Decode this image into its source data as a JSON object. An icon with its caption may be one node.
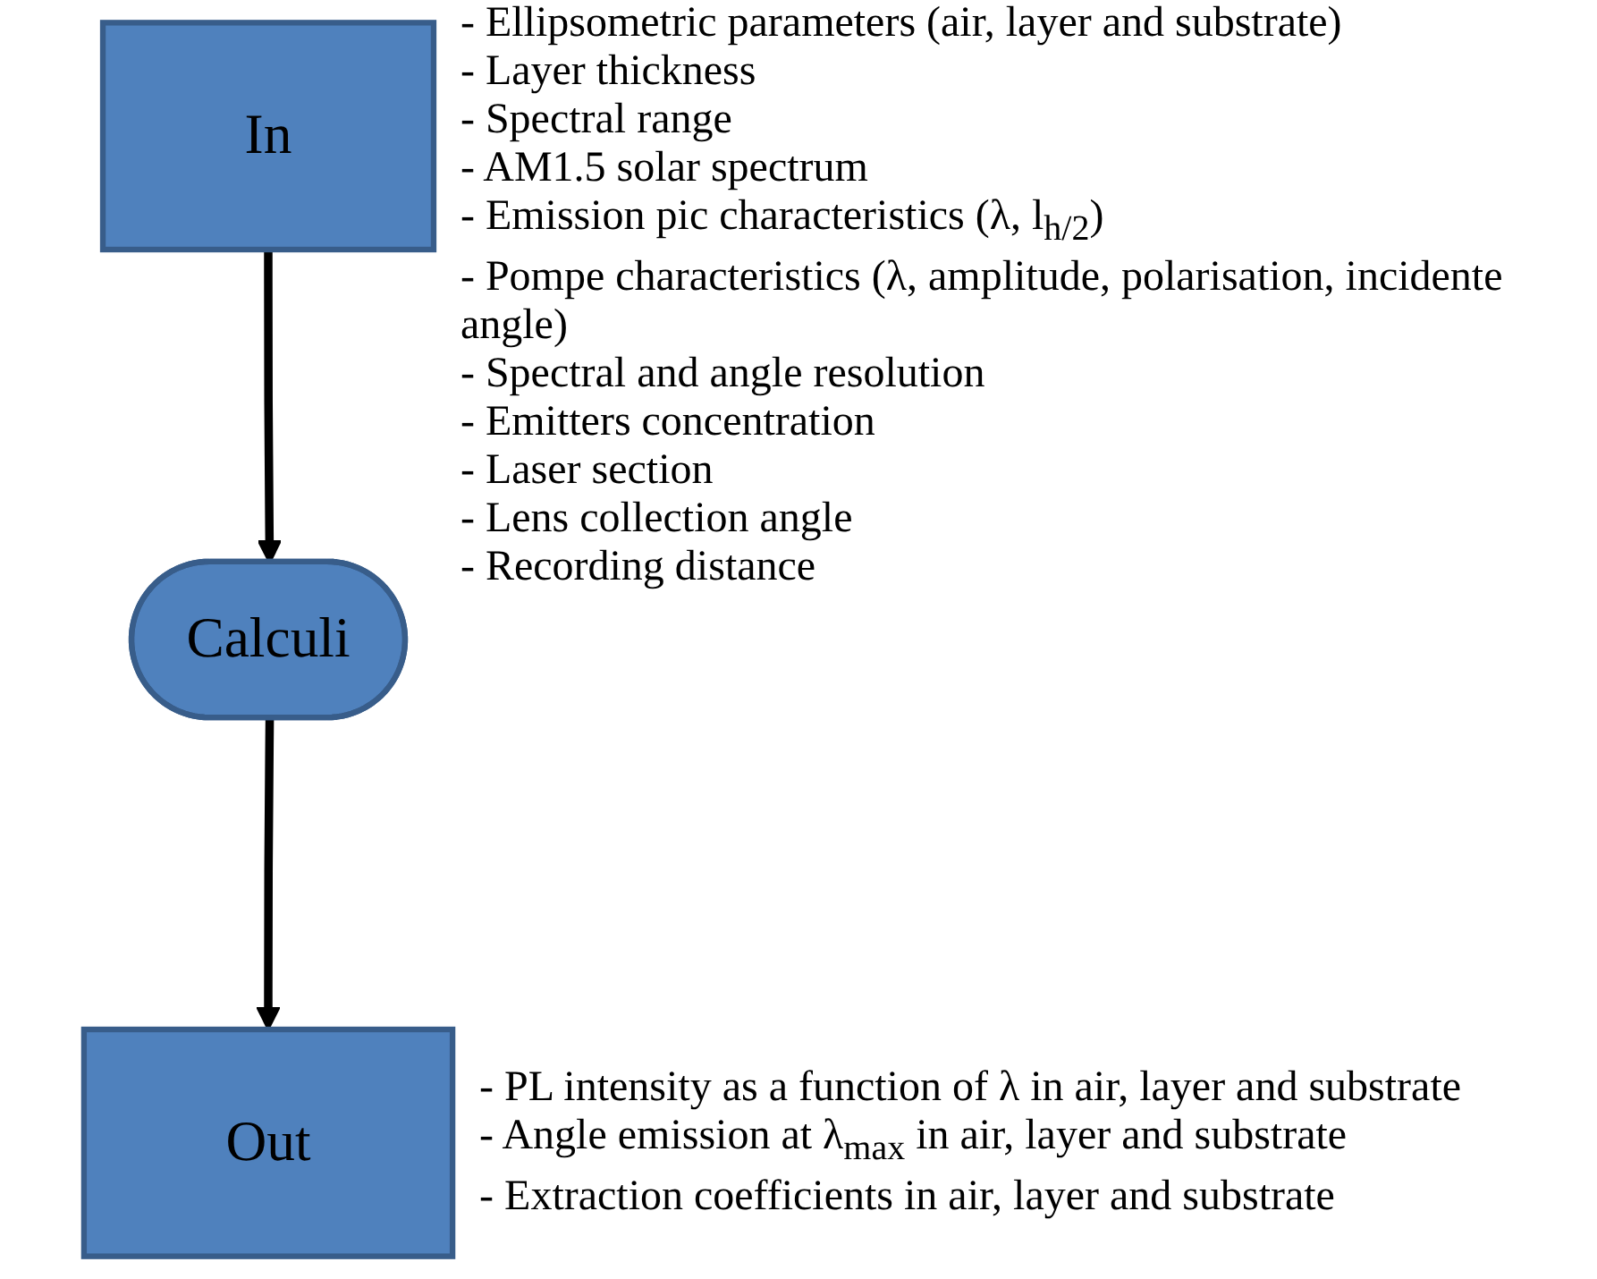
{
  "diagram": {
    "nodes": [
      {
        "text": [
          "In"
        ],
        "beside": [
          "- Ellipsometric parameters (air, layer and substrate)",
          "- Layer thickness",
          "- Spectral range",
          "- AM1.5 solar spectrum",
          "- Emission pic characteristics (λ, l$_{h/2}$)",
          "- Pompe characteristics (λ, amplitude, polarisation, incidente angle)",
          "- Spectral and angle resolution",
          "- Emitters concentration",
          "- Laser section",
          "- Lens collection angle",
          "- Recording distance"
        ]
      },
      {
        "text": [
          "Calculi"
        ]
      },
      {
        "text": [
          "Out"
        ],
        "beside": [
          "- PL intensity as a function of λ in air, layer and substrate",
          "- Angle emission at λ$_{max}$ in air, layer and substrate",
          "- Extraction coefficients in air, layer and substrate"
        ]
      }
    ],
    "edges": [
      {
        "from": 0,
        "to": 1,
        "arrow": "to"
      },
      {
        "from": 1,
        "to": 2,
        "arrow": "to"
      }
    ]
  }
}
